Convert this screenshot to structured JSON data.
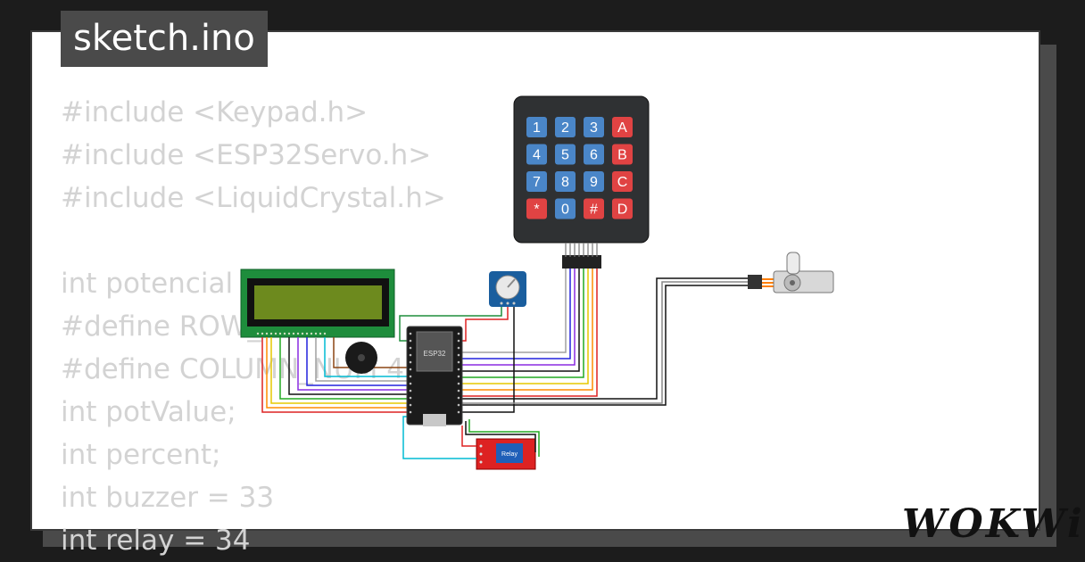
{
  "file_tab": {
    "label": "sketch.ino"
  },
  "code_lines": [
    "#include <Keypad.h>",
    "#include <ESP32Servo.h>",
    "#include <LiquidCrystal.h>",
    "",
    "int potencial = ",
    "#define ROW_",
    "#define COLUMN_NUM 4",
    "int potValue;",
    "int percent;",
    "int buzzer = 33",
    "int relay = 34"
  ],
  "keypad": {
    "rows": [
      [
        "1",
        "2",
        "3",
        "A"
      ],
      [
        "4",
        "5",
        "6",
        "B"
      ],
      [
        "7",
        "8",
        "9",
        "C"
      ],
      [
        "*",
        "0",
        "#",
        "D"
      ]
    ]
  },
  "esp32": {
    "label": "ESP32"
  },
  "relay": {
    "label": "Relay"
  },
  "brand": {
    "logo_text": "WOKWi"
  },
  "colors": {
    "page_background": "#1c1c1c",
    "card_background": "#ffffff",
    "tab_background": "#4a4a4a",
    "code_text": "#d3d3d3",
    "key_blue": "#4a86c8",
    "key_red": "#e04343",
    "lcd_screen": "#6d8a1e",
    "lcd_board": "#1e8d3c"
  }
}
